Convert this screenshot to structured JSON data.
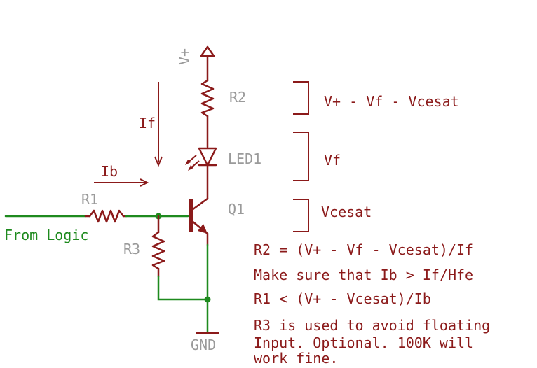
{
  "labels": {
    "vplus": "V+",
    "r2": "R2",
    "led1": "LED1",
    "q1": "Q1",
    "r1": "R1",
    "r3": "R3",
    "gnd": "GND",
    "if": "If",
    "ib": "Ib",
    "from_logic": "From Logic"
  },
  "voltage_notes": {
    "r2_drop": "V+ - Vf - Vcesat",
    "led_drop": "Vf",
    "q_drop": "Vcesat"
  },
  "equations": {
    "r2": "R2 = (V+ - Vf - Vcesat)/If",
    "ib_condition": "Make sure that Ib > If/Hfe",
    "r1": "R1 < (V+ - Vcesat)/Ib",
    "r3_line1": "R3 is used to avoid floating",
    "r3_line2": "Input.  Optional.  100K will",
    "r3_line3": "work fine."
  },
  "colors": {
    "component": "#8b1a1a",
    "net": "#1e8a1e",
    "label": "#9a9a9a"
  }
}
